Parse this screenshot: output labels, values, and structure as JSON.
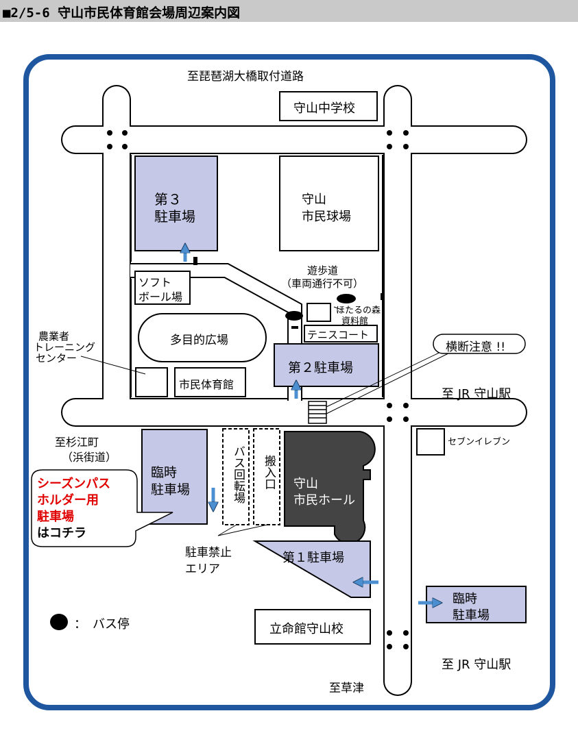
{
  "title": "■2/5-6 守山市民体育館会場周辺案内図",
  "labels": {
    "top_road": "至琵琶湖大橋取付道路",
    "moriyama_jhs": "守山中学校",
    "parking3_l1": "第３",
    "parking3_l2": "駐車場",
    "stadium_l1": "守山",
    "stadium_l2": "市民球場",
    "promenade": "遊歩道",
    "no_vehicles": "（車両通行不可）",
    "softball_l1": "ソフト",
    "softball_l2": "ボール場",
    "hotaru_l1": "ほたるの森",
    "hotaru_l2": "資料館",
    "tennis": "テニスコート",
    "farmers_l1": "農業者",
    "farmers_l2": "トレーニング",
    "farmers_l3": "センター",
    "plaza": "多目的広場",
    "gym": "市民体育館",
    "parking2": "第２駐車場",
    "caution": "横断注意 !!",
    "jr_station_1": "至 JR 守山駅",
    "sugie": "至杉江町",
    "hamakaido": "（浜街道）",
    "seven": "セブンイレブン",
    "temp_parking_l1": "臨時",
    "temp_parking_l2": "駐車場",
    "bus_loop": "バス回転場",
    "loading": "搬入口",
    "hall_l1": "守山",
    "hall_l2": "市民ホール",
    "season_l1": "シーズンパス",
    "season_l2": "ホルダー用",
    "season_l3": "駐車場",
    "season_l4": "はコチラ",
    "no_parking_l1": "駐車禁止",
    "no_parking_l2": "エリア",
    "parking1": "第１駐車場",
    "temp_parking2_l1": "臨時",
    "temp_parking2_l2": "駐車場",
    "bus_stop_legend": "：　バス停",
    "ritsumei": "立命館守山校",
    "jr_station_2": "至 JR 守山駅",
    "kusatsu": "至草津"
  },
  "colors": {
    "frame_blue": "#1e56a0",
    "parking_fill": "#c5c8e6",
    "hall_fill": "#444444",
    "arrow_blue": "#4b8fd0",
    "red_text": "#e00000"
  }
}
